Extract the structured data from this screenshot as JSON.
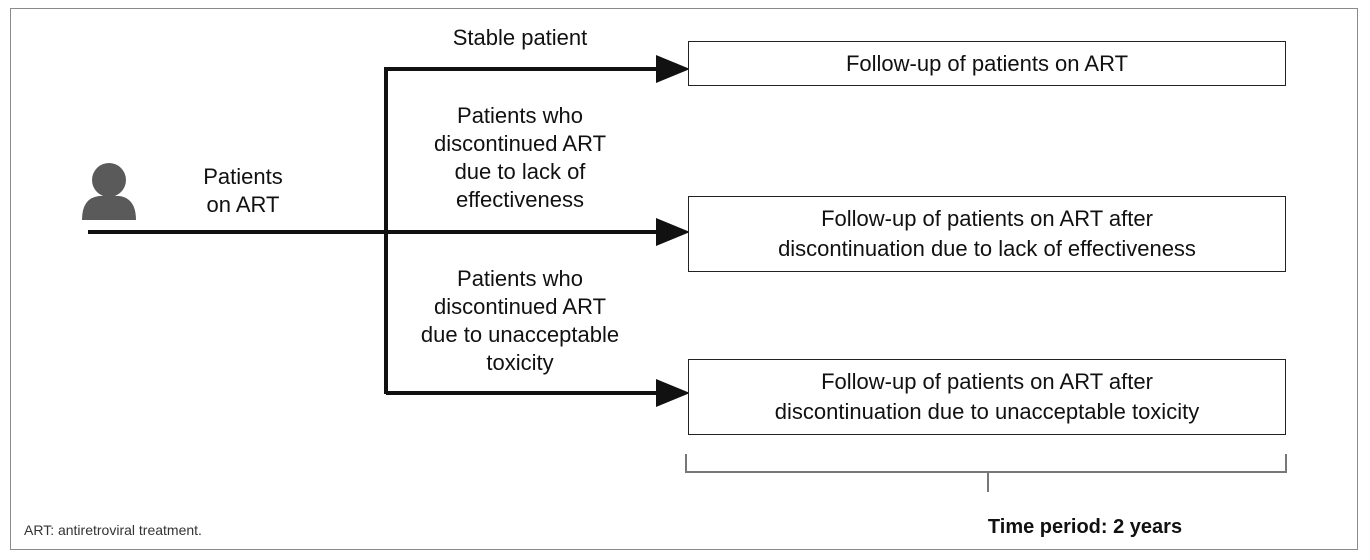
{
  "diagram": {
    "start_label": "Patients\non ART",
    "branches": [
      {
        "label": "Stable patient",
        "box": "Follow-up of patients on ART"
      },
      {
        "label": "Patients who\ndiscontinued ART\ndue to lack of\neffectiveness",
        "box": "Follow-up of patients on ART after\ndiscontinuation due to lack of effectiveness"
      },
      {
        "label": "Patients who\ndiscontinued ART\ndue to unacceptable\ntoxicity",
        "box": "Follow-up of patients on ART after\ndiscontinuation due to unacceptable toxicity"
      }
    ],
    "time_period": "Time period: 2 years",
    "footnote": "ART: antiretroviral treatment.",
    "icons": {
      "patient": "person-icon"
    }
  }
}
